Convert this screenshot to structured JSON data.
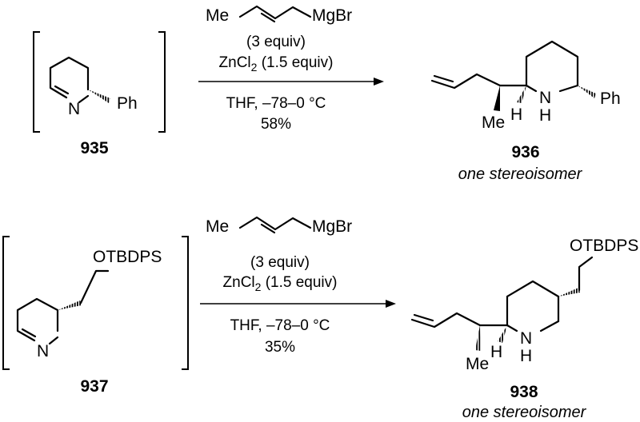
{
  "reactions": [
    {
      "reactant": {
        "label": "935",
        "atoms": {
          "n": "N",
          "substituent": "Ph"
        }
      },
      "reagent": {
        "me": "Me",
        "mgbr": "MgBr",
        "equiv": "(3 equiv)",
        "zncl_main": "ZnCl",
        "zncl_sub": "2",
        "zncl_rest": " (1.5 equiv)"
      },
      "conditions": [
        "THF, –78–0 °C",
        "58%"
      ],
      "product": {
        "label": "936",
        "note": "one stereoisomer",
        "atoms": {
          "nh_n": "N",
          "nh_h": "H",
          "ch_h": "H",
          "me": "Me",
          "substituent": "Ph"
        }
      }
    },
    {
      "reactant": {
        "label": "937",
        "atoms": {
          "n": "N",
          "substituent": "OTBDPS"
        }
      },
      "reagent": {
        "me": "Me",
        "mgbr": "MgBr",
        "equiv": "(3 equiv)",
        "zncl_main": "ZnCl",
        "zncl_sub": "2",
        "zncl_rest": " (1.5 equiv)"
      },
      "conditions": [
        "THF, –78–0 °C",
        "35%"
      ],
      "product": {
        "label": "938",
        "note": "one stereoisomer",
        "atoms": {
          "nh_n": "N",
          "nh_h": "H",
          "ch_h": "H",
          "me": "Me",
          "substituent": "OTBDPS"
        }
      }
    }
  ]
}
